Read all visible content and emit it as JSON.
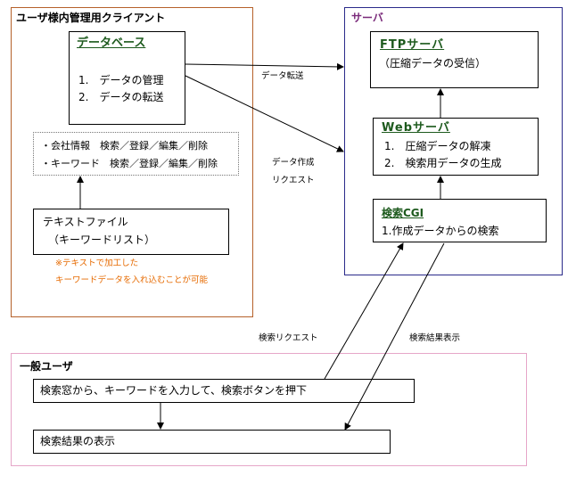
{
  "client": {
    "title": "ユーザ様内管理用クライアント",
    "database": {
      "title": "データベース",
      "items": [
        "1.　データの管理",
        "2.　データの転送"
      ]
    },
    "info": [
      "・会社情報　検索／登録／編集／削除",
      "・キーワード　検索／登録／編集／削除"
    ],
    "textfile": {
      "line1": "テキストファイル",
      "line2": "（キーワードリスト）"
    },
    "note": {
      "line1": "※テキストで加工した",
      "line2": "キーワードデータを入れ込むことが可能"
    }
  },
  "server": {
    "title": "サーバ",
    "ftp": {
      "title": "FTPサーバ",
      "desc": "（圧縮データの受信）"
    },
    "web": {
      "title": "Webサーバ",
      "items": [
        "1.　圧縮データの解凍",
        "2.　検索用データの生成"
      ]
    },
    "cgi": {
      "title": "検索CGI",
      "desc": "1.作成データからの検索"
    }
  },
  "arrow_labels": {
    "transfer": "データ転送",
    "create_line1": "データ作成",
    "create_line2": "リクエスト",
    "search_request": "検索リクエスト",
    "search_result": "検索結果表示"
  },
  "user": {
    "title": "一般ユーザ",
    "step1": "検索窓から、キーワードを入力して、検索ボタンを押下",
    "step2": "検索結果の表示"
  }
}
